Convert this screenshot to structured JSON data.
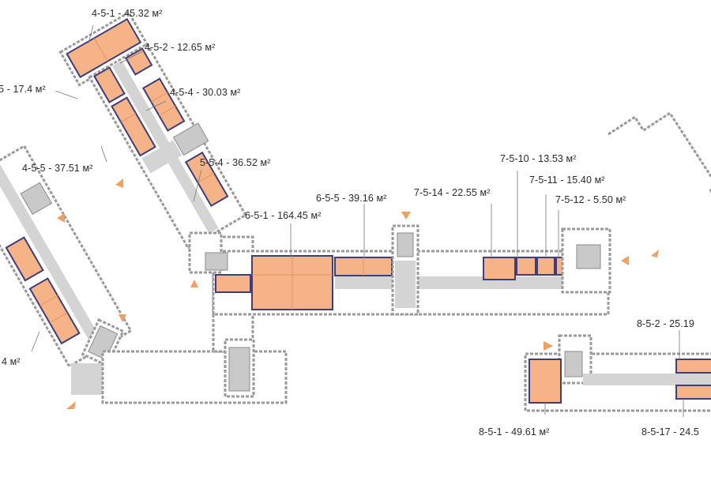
{
  "colors": {
    "unit_fill": "#f6b388",
    "unit_border": "#3c3f7c",
    "corridor": "#d4d4d4",
    "entrance_arrow": "#f0a060"
  },
  "units": [
    {
      "id": "4-5-1",
      "label": "4-5-1 - 45.32 м²"
    },
    {
      "id": "4-5-2",
      "label": "4-5-2 - 12.65 м²"
    },
    {
      "id": "4-5-3",
      "label": "5 - 17.4 м²"
    },
    {
      "id": "4-5-4",
      "label": "4-5-4 - 30.03 м²"
    },
    {
      "id": "4-5-5",
      "label": "4-5-5 - 37.51 м²"
    },
    {
      "id": "5-5-4",
      "label": "5-5-4 - 36.52 м²"
    },
    {
      "id": "6-5-1",
      "label": "6-5-1 - 164.45 м²"
    },
    {
      "id": "6-5-5",
      "label": "6-5-5 - 39.16 м²"
    },
    {
      "id": "7-5-14",
      "label": "7-5-14 - 22.55 м²"
    },
    {
      "id": "7-5-10",
      "label": "7-5-10 - 13.53 м²"
    },
    {
      "id": "7-5-11",
      "label": "7-5-11 - 15.40 м²"
    },
    {
      "id": "7-5-12",
      "label": "7-5-12 - 5.50 м²"
    },
    {
      "id": "left-bottom",
      "label": "4 м²"
    },
    {
      "id": "8-5-2",
      "label": "8-5-2 - 25.19"
    },
    {
      "id": "8-5-1",
      "label": "8-5-1 - 49.61 м²"
    },
    {
      "id": "8-5-17",
      "label": "8-5-17 - 24.5"
    }
  ]
}
